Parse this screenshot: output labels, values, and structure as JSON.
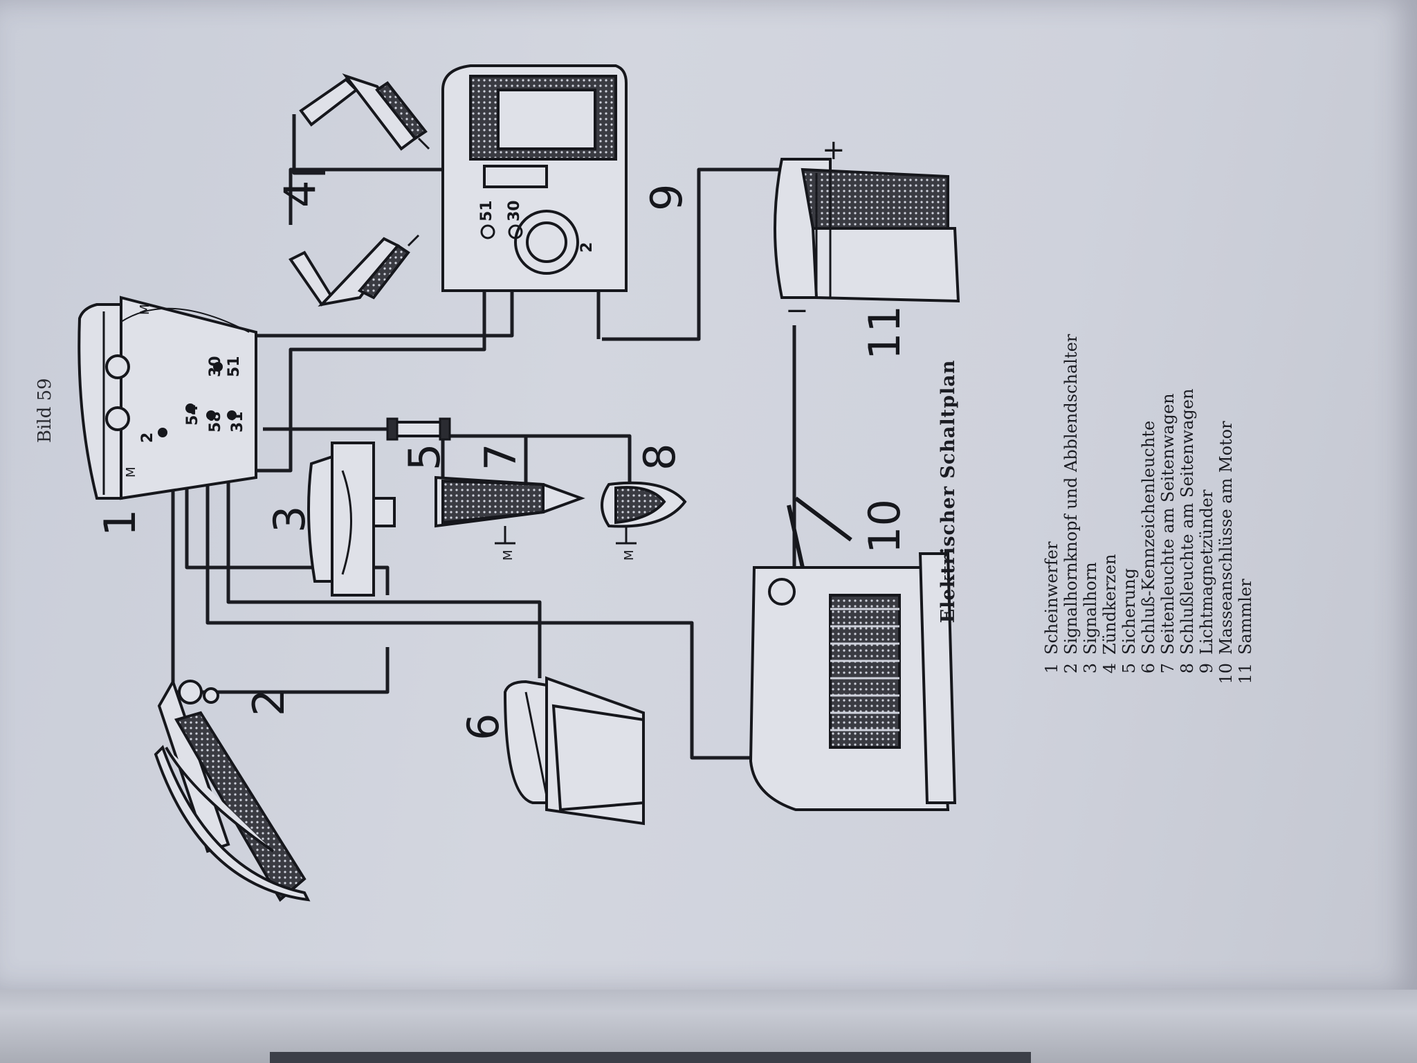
{
  "figure_label": "Bild 59",
  "legend": {
    "title": "Elektrischer Schaltplan",
    "items": [
      {
        "num": "1",
        "text": "Scheinwerfer"
      },
      {
        "num": "2",
        "text": "Signalhornknopf und Abblendschalter"
      },
      {
        "num": "3",
        "text": "Signalhorn"
      },
      {
        "num": "4",
        "text": "Zündkerzen"
      },
      {
        "num": "5",
        "text": "Sicherung"
      },
      {
        "num": "6",
        "text": "Schluß-Kennzeichenleuchte"
      },
      {
        "num": "7",
        "text": "Seitenleuchte am Seitenwagen"
      },
      {
        "num": "8",
        "text": "Schlußleuchte am Seitenwagen"
      },
      {
        "num": "9",
        "text": "Lichtmagnetzünder"
      },
      {
        "num": "10",
        "text": "Masseanschlüsse am Motor"
      },
      {
        "num": "11",
        "text": "Sammler"
      }
    ]
  },
  "components": {
    "c1": "1",
    "c2": "2",
    "c3": "3",
    "c4": "4",
    "c5": "5",
    "c6": "6",
    "c7": "7",
    "c8": "8",
    "c9": "9",
    "c10": "10",
    "c11": "11"
  },
  "terminals": {
    "t51": "51",
    "t30": "30",
    "t54": "54",
    "t58": "58",
    "t31": "31",
    "t2": "2",
    "magneto_51": "51",
    "magneto_30": "30",
    "magneto_2": "2"
  },
  "ground_marks": {
    "m": "M"
  },
  "battery_polarity": {
    "plus": "+",
    "minus": "−"
  },
  "colors": {
    "paper": "#d0d3dc",
    "ink": "#16171c"
  }
}
